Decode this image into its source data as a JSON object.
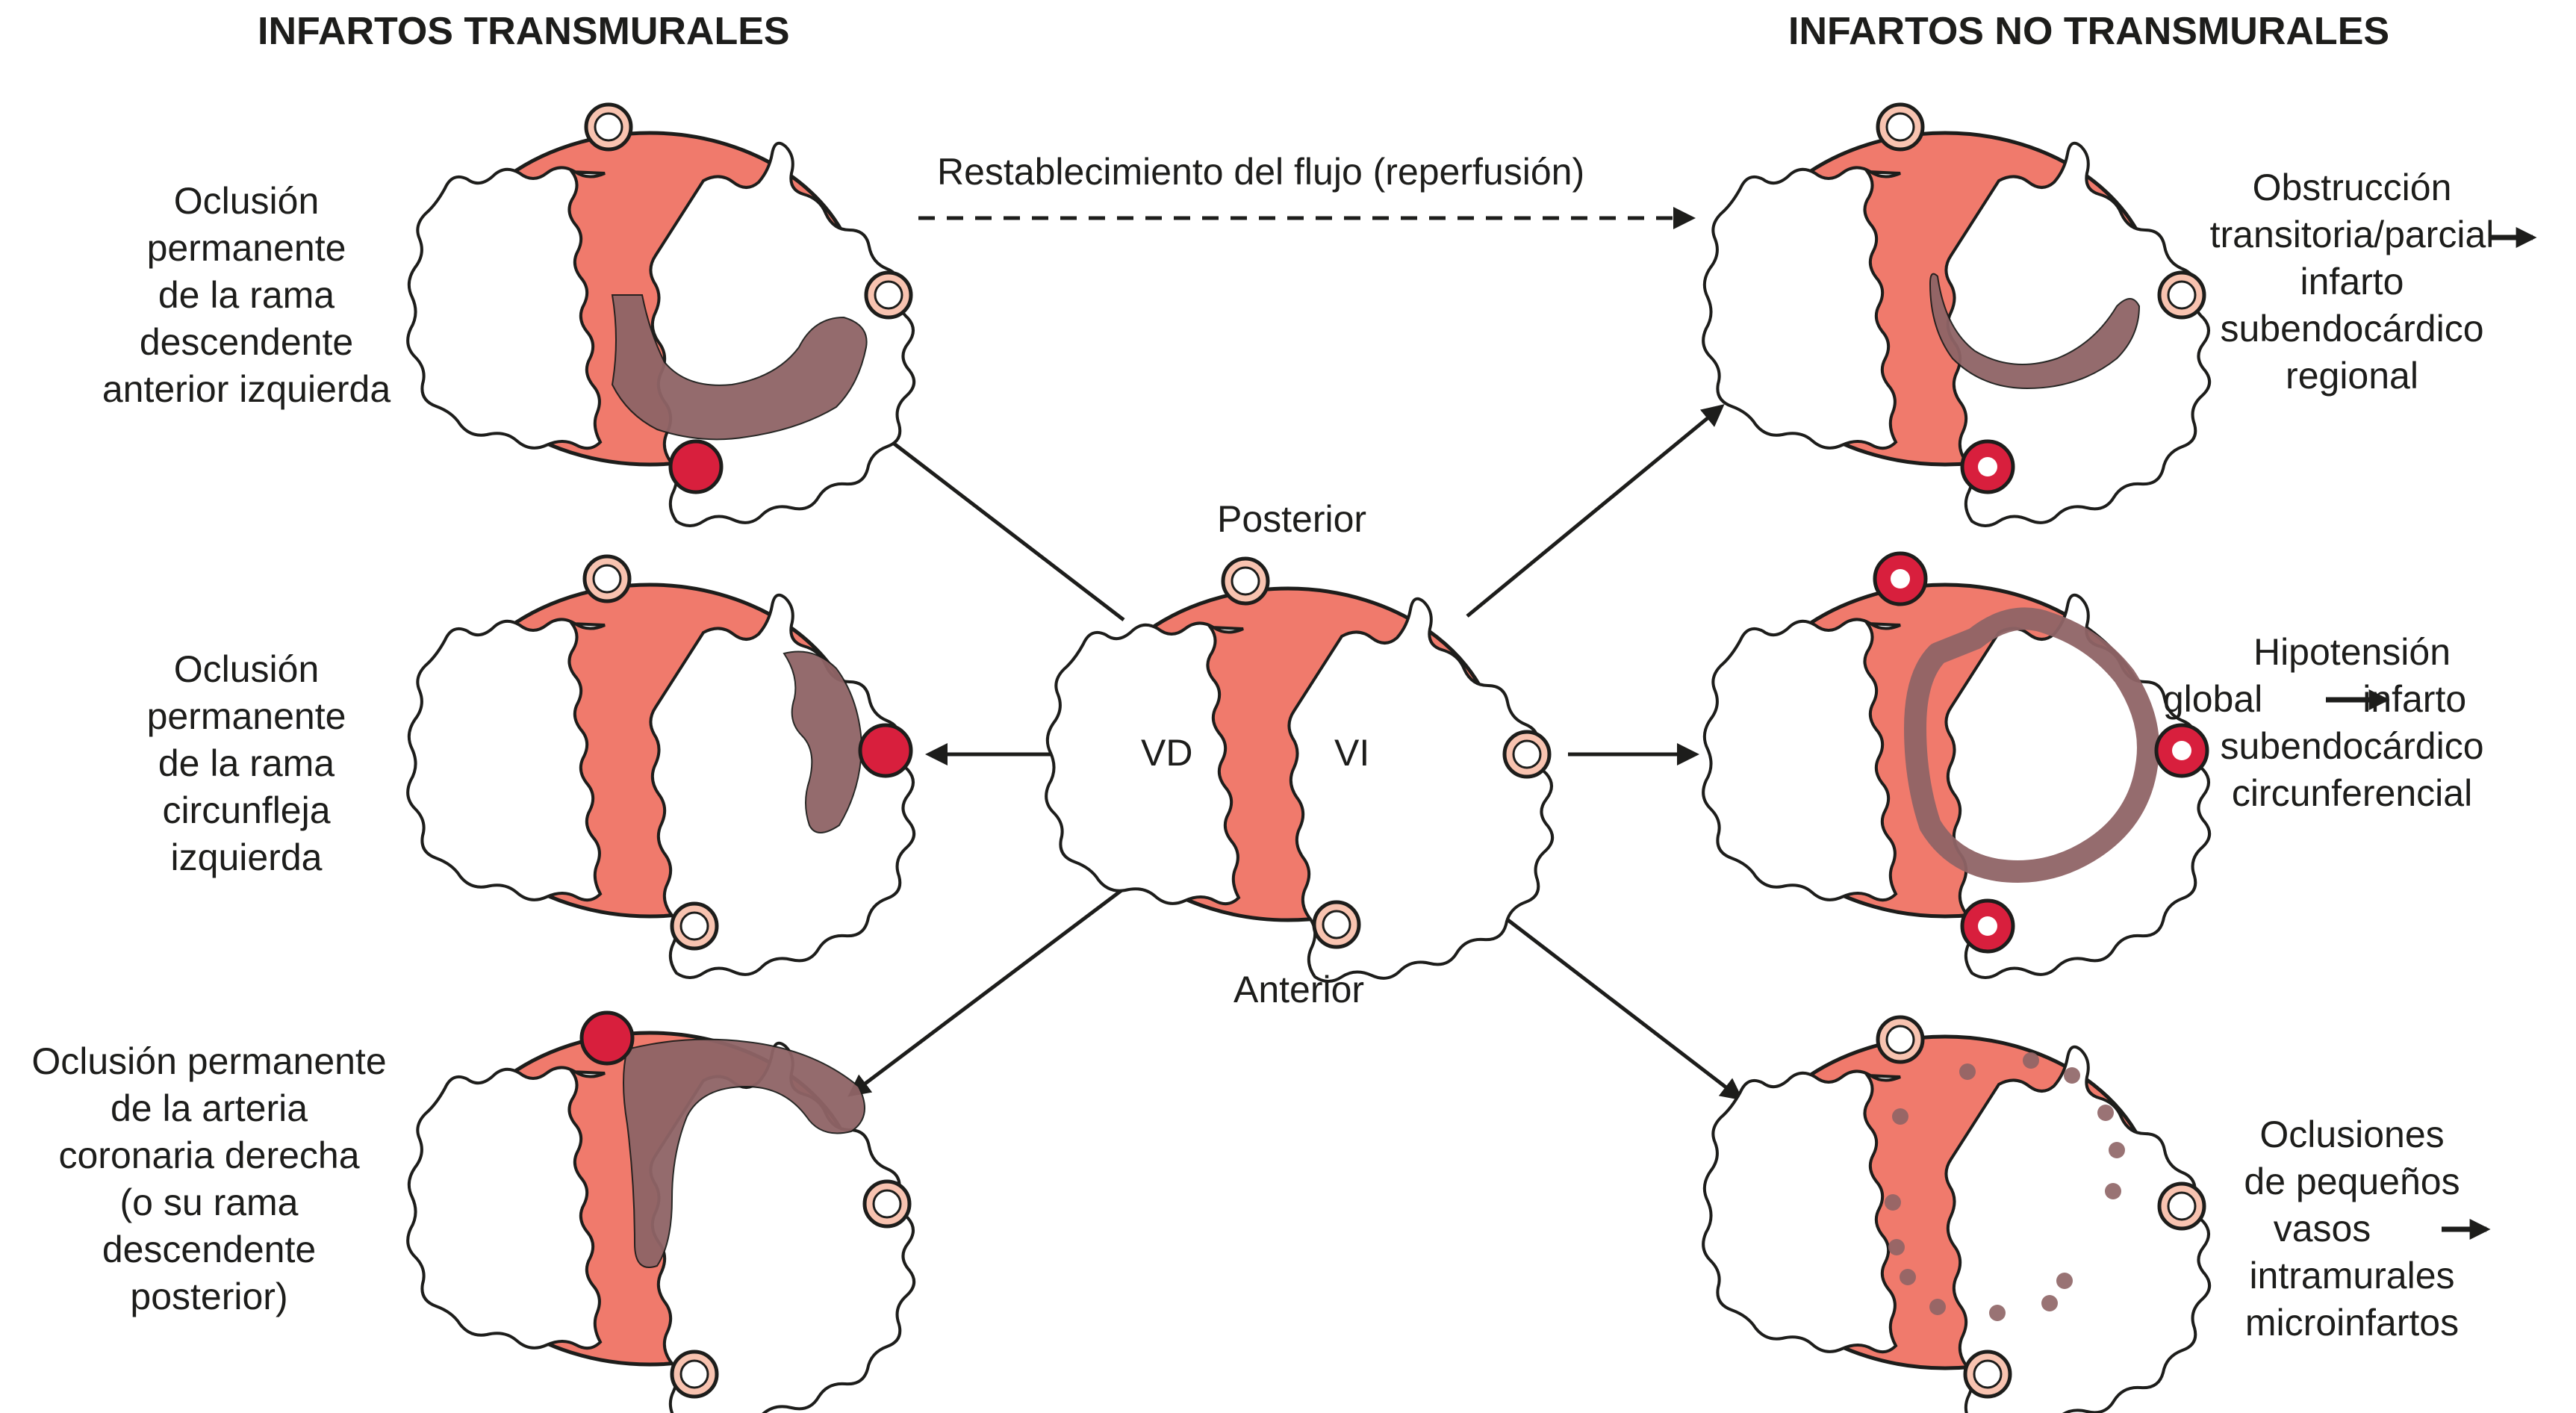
{
  "headers": {
    "left": "INFARTOS TRANSMURALES",
    "right": "INFARTOS NO TRANSMURALES"
  },
  "reperfusion_label": "Restablecimiento del flujo (reperfusión)",
  "center": {
    "posterior": "Posterior",
    "anterior": "Anterior",
    "rv": "VD",
    "lv": "VI"
  },
  "left_panels": [
    {
      "lines": [
        "Oclusión",
        "permanente",
        "de la rama",
        "descendente",
        "anterior izquierda"
      ]
    },
    {
      "lines": [
        "Oclusión",
        "permanente",
        "de la rama",
        "circunfleja",
        "izquierda"
      ]
    },
    {
      "lines": [
        "Oclusión permanente",
        "de la arteria",
        "coronaria derecha",
        "(o su rama",
        "descendente",
        "posterior)"
      ]
    }
  ],
  "right_panels": [
    {
      "lines": [
        "Obstrucción",
        "transitoria/parcial",
        "infarto",
        "subendocárdico",
        "regional"
      ]
    },
    {
      "lines": [
        "Hipotensión",
        "global",
        "infarto",
        "subendocárdico",
        "circunferencial"
      ]
    },
    {
      "lines": [
        "Oclusiones",
        "de pequeños",
        "vasos",
        "intramurales",
        "microinfartos"
      ]
    }
  ],
  "colors": {
    "myocardium": "#f07a6c",
    "infarct": "#8f6466",
    "occluded_artery": "#d81f3d",
    "artery_fill": "#f8c3b0",
    "outline": "#1d1d1b"
  },
  "icons": [
    "arrow-right-icon",
    "arrow-left-icon",
    "artery-icon",
    "occluded-artery-icon",
    "heart-cross-section-icon"
  ]
}
